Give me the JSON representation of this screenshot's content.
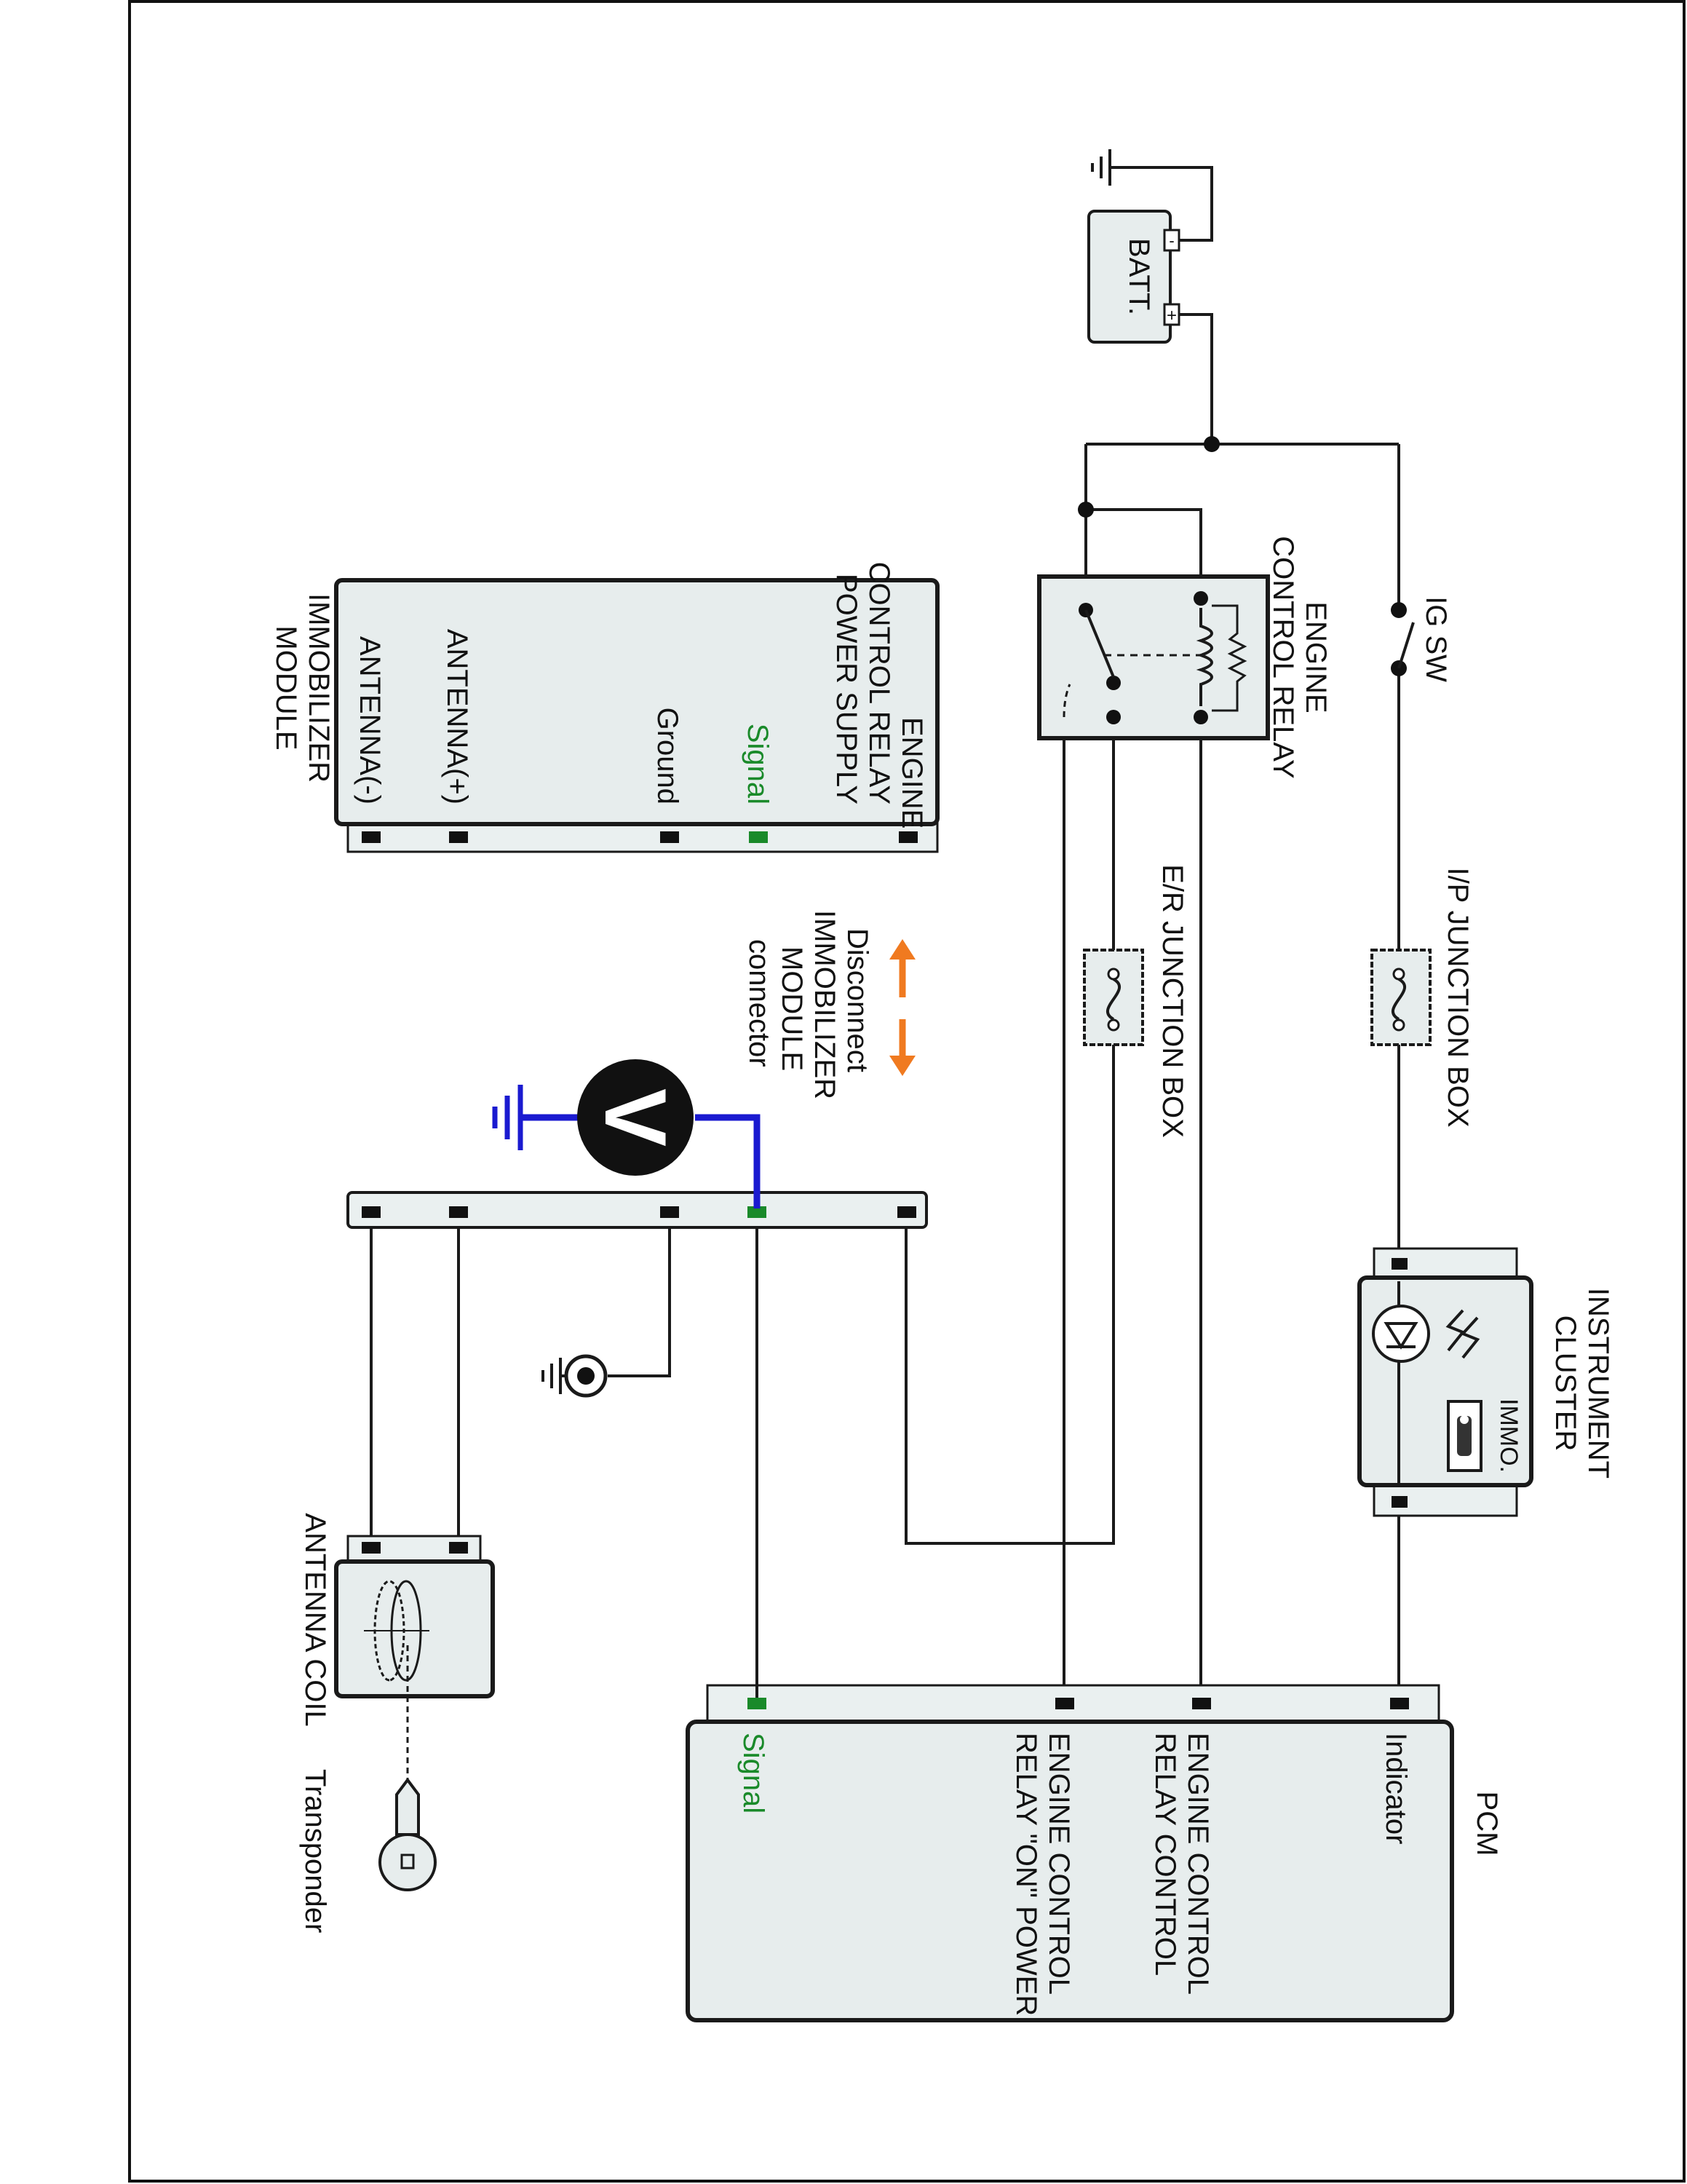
{
  "battery": {
    "label": "BATT."
  },
  "ig_switch": {
    "label": "IG SW"
  },
  "engine_control_relay": {
    "label_line1": "ENGINE",
    "label_line2": "CONTROL RELAY"
  },
  "ip_junction_box": {
    "label": "I/P JUNCTION BOX"
  },
  "er_junction_box": {
    "label": "E/R JUNCTION BOX"
  },
  "instrument_cluster": {
    "label_line1": "INSTRUMENT",
    "label_line2": "CLUSTER",
    "lamp_label": "IMMO."
  },
  "immobilizer_module": {
    "label_line1": "IMMOBILIZER",
    "label_line2": "MODULE",
    "pins": {
      "power_line1": "ENGINE",
      "power_line2": "CONTROL RELAY",
      "power_line3": "POWER SUPPLY",
      "signal": "Signal",
      "ground": "Ground",
      "antenna_plus": "ANTENNA(+)",
      "antenna_minus": "ANTENNA(-)"
    }
  },
  "disconnect_note": {
    "line1": "Disconnect",
    "line2": "IMMOBILIZER",
    "line3": "MODULE",
    "line4": "connector"
  },
  "voltmeter": {
    "symbol": "V"
  },
  "antenna_coil": {
    "label": "ANTENNA COIL"
  },
  "transponder": {
    "label": "Transponder"
  },
  "pcm": {
    "label": "PCM",
    "pins": {
      "indicator": "Indicator",
      "relay_control_line1": "ENGINE CONTROL",
      "relay_control_line2": "RELAY CONTROL",
      "on_power_line1": "ENGINE CONTROL",
      "on_power_line2": "RELAY \"ON\" POWER",
      "signal": "Signal"
    }
  },
  "colors": {
    "signal": "#1a8a2a",
    "probe_wire": "#1a1ad0",
    "arrow": "#f07a20",
    "box_fill": "#e7eded"
  }
}
